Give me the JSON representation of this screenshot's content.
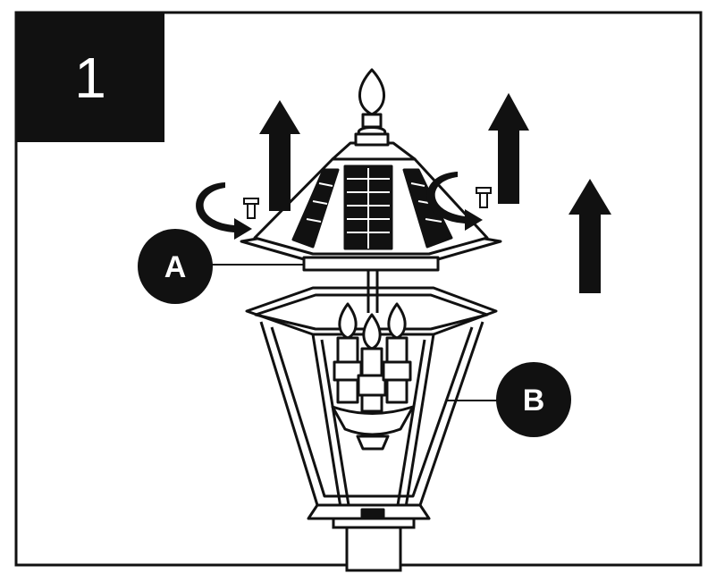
{
  "step": {
    "number": "1"
  },
  "callouts": [
    {
      "id": "A",
      "label": "A"
    },
    {
      "id": "B",
      "label": "B"
    }
  ],
  "colors": {
    "ink": "#111111",
    "paper": "#ffffff"
  },
  "icons": [
    "screw-icon",
    "rotate-arrow-icon",
    "up-arrow-icon"
  ]
}
